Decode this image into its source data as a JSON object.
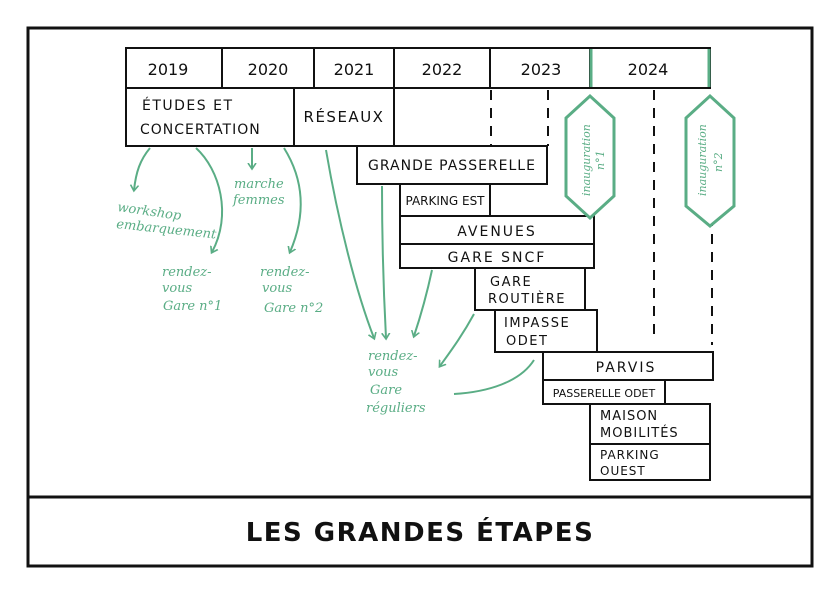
{
  "title": "LES GRANDES ÉTAPES",
  "years": [
    "2019",
    "2020",
    "2021",
    "2022",
    "2023",
    "2024"
  ],
  "phases": {
    "etudes": [
      "ÉTUDES ET",
      "CONCERTATION"
    ],
    "reseaux": "RÉSEAUX",
    "grande_passerelle": "GRANDE PASSERELLE",
    "parking_est": "PARKING EST",
    "avenues": "AVENUES",
    "gare_sncf": "GARE SNCF",
    "gare_routiere": [
      "GARE",
      "ROUTIÈRE"
    ],
    "impasse_odet": [
      "IMPASSE",
      "ODET"
    ],
    "parvis": "PARVIS",
    "passerelle_odet": "PASSERELLE ODET",
    "maison_mobilites": [
      "MAISON",
      "MOBILITÉS"
    ],
    "parking_ouest": [
      "PARKING",
      "OUEST"
    ]
  },
  "milestones": {
    "inauguration1": [
      "inauguration",
      "n°1"
    ],
    "inauguration2": [
      "inauguration",
      "n°2"
    ]
  },
  "annotations": {
    "workshop": [
      "workshop",
      "embarquement"
    ],
    "marche": [
      "marche",
      "femmes"
    ],
    "rdv1": [
      "rendez-",
      "vous",
      "Gare n°1"
    ],
    "rdv2": [
      "rendez-",
      "vous",
      "Gare n°2"
    ],
    "rdv_reg": [
      "rendez-",
      "vous",
      "Gare",
      "réguliers"
    ]
  },
  "colors": {
    "ink": "#111111",
    "green": "#5aad85"
  }
}
